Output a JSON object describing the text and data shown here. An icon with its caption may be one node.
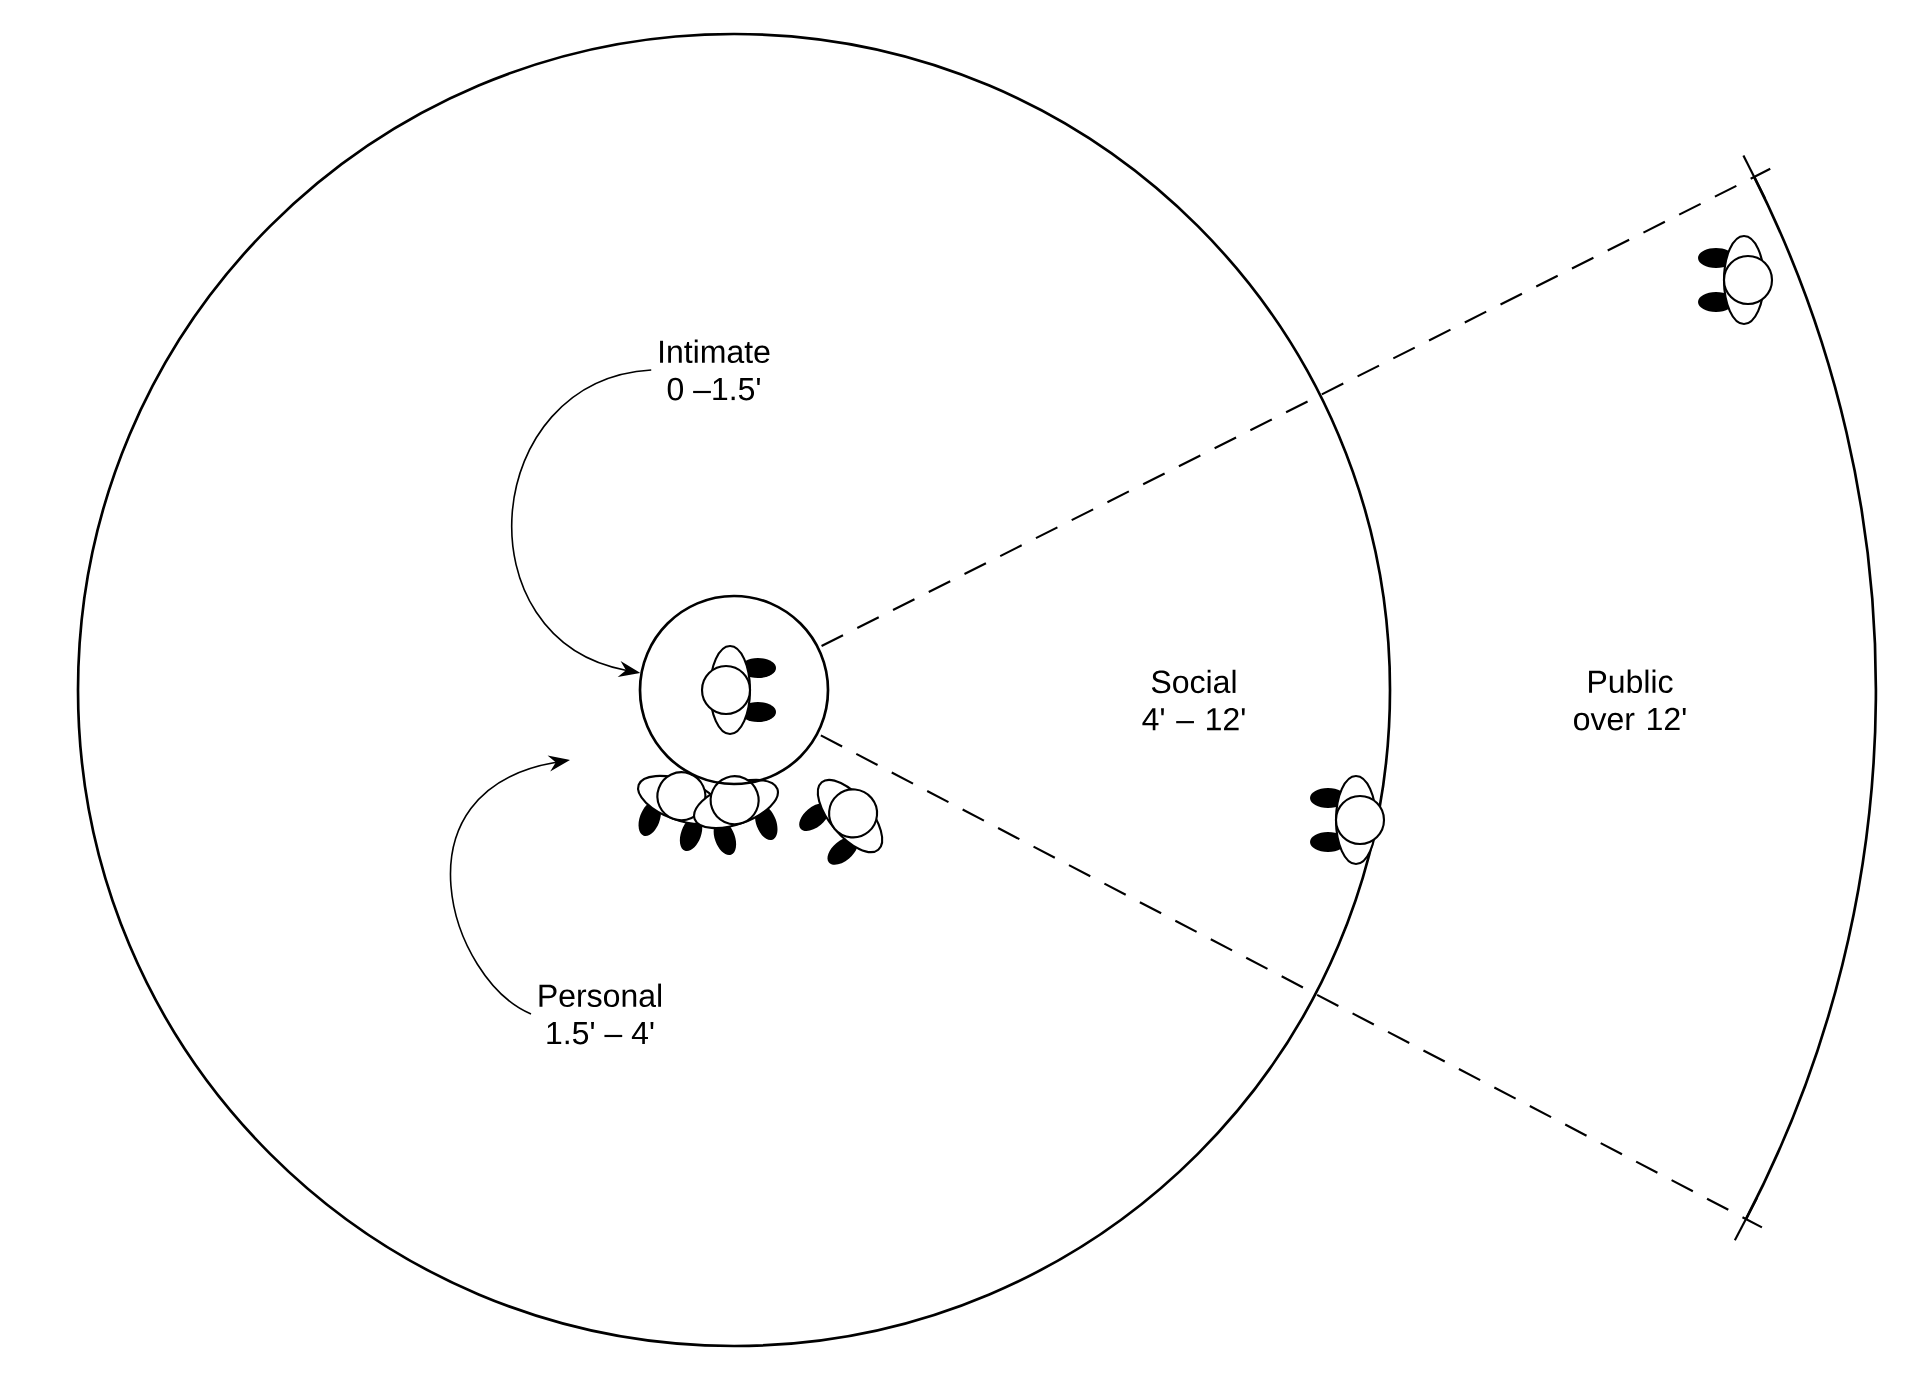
{
  "diagram": {
    "nodes": [
      {
        "text": [
          "Intimate",
          "0 –1.5'"
        ]
      },
      {
        "text": [
          "Personal",
          "1.5' – 4'"
        ]
      },
      {
        "text": [],
        "shape": "circle"
      }
    ],
    "edges": [
      {
        "from": 0,
        "to": 2,
        "arrow": "to"
      },
      {
        "from": 1,
        "to": null,
        "arrow": "to"
      }
    ],
    "labels": [
      "Social 4' – 12'",
      "Public over 12'"
    ]
  }
}
